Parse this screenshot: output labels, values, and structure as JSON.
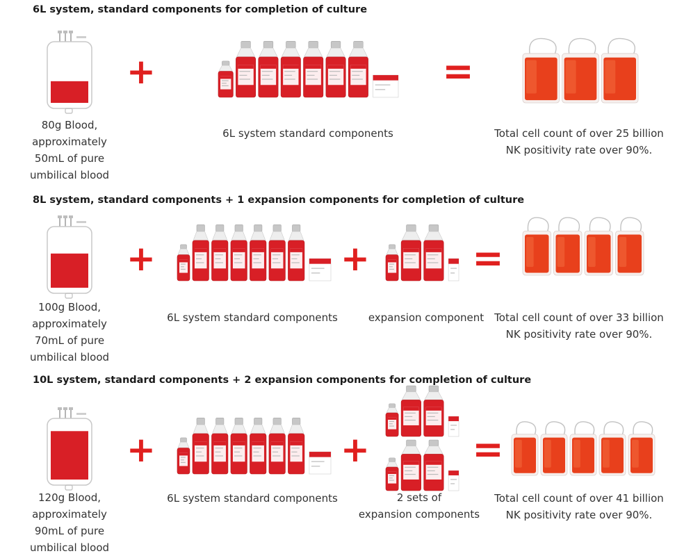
{
  "sections": [
    {
      "title": "6L system, standard components for completion of culture",
      "blood_lines": [
        "80g Blood,",
        "approximately",
        "50mL of pure",
        "umbilical blood"
      ],
      "blood_fill": 0.38,
      "plus_symbol": "+",
      "standard_label": "6L system standard components",
      "equals_symbol": "=",
      "result_lines": [
        "Total cell count of over 25 billion",
        "NK positivity rate over 90%."
      ],
      "bag_count": 3
    },
    {
      "title": "8L system, standard components + 1 expansion components for completion of culture",
      "blood_lines": [
        "100g Blood,",
        "approximately",
        "70mL of pure",
        "umbilical blood"
      ],
      "blood_fill": 0.6,
      "plus_symbol": "+",
      "standard_label": "6L system standard components",
      "plus2_symbol": "+",
      "expansion_label": "expansion component",
      "equals_symbol": "=",
      "result_lines": [
        "Total cell count of over 33 billion",
        "NK positivity rate over 90%."
      ],
      "bag_count": 4
    },
    {
      "title": "10L system, standard components + 2 expansion components for completion of culture",
      "blood_lines": [
        "120g Blood,",
        "approximately",
        "90mL of pure",
        "umbilical blood"
      ],
      "blood_fill": 0.85,
      "plus_symbol": "+",
      "standard_label": "6L system standard components",
      "plus2_symbol": "+",
      "expansion_lines": [
        "2 sets of",
        "expansion components"
      ],
      "equals_symbol": "=",
      "result_lines": [
        "Total cell count of over 41 billion",
        "NK positivity rate over 90%."
      ],
      "bag_count": 5
    }
  ],
  "colors": {
    "accent": "#e0201f",
    "medium": "#d81f26",
    "culture": "#e8401c"
  }
}
